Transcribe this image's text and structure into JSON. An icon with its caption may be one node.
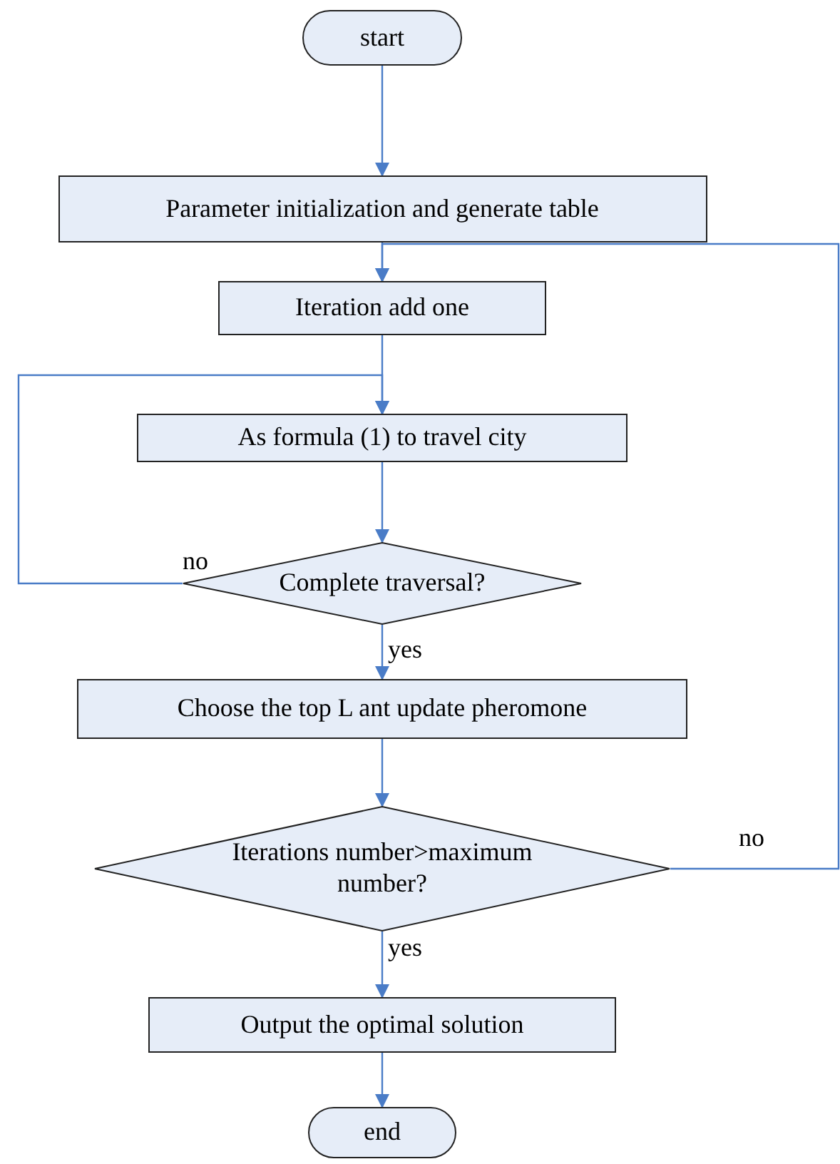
{
  "diagram": {
    "nodes": [
      {
        "text": [
          "start"
        ]
      },
      {
        "text": [
          "Parameter initialization and generate table"
        ]
      },
      {
        "text": [
          "Iteration add one"
        ]
      },
      {
        "text": [
          "As formula (1) to travel city"
        ]
      },
      {
        "text": [
          "Complete traversal?"
        ]
      },
      {
        "text": [
          "Choose the top L ant update pheromone"
        ]
      },
      {
        "text": [
          "Iterations number>maximum number?"
        ]
      },
      {
        "text": [
          "Output the optimal solution"
        ]
      },
      {
        "text": [
          "end"
        ]
      }
    ],
    "edges": [
      {
        "from": 0,
        "to": 1,
        "arrow": "to"
      },
      {
        "from": 1,
        "to": 2,
        "arrow": "to"
      },
      {
        "from": 2,
        "to": 3,
        "arrow": "to"
      },
      {
        "from": 3,
        "to": 4,
        "arrow": "to"
      },
      {
        "from": 4,
        "to": 3,
        "arrow": "to",
        "label": "no"
      },
      {
        "from": 4,
        "to": 5,
        "arrow": "to",
        "label": "yes"
      },
      {
        "from": 5,
        "to": 6,
        "arrow": "to"
      },
      {
        "from": 6,
        "to": 2,
        "arrow": "to",
        "label": "no"
      },
      {
        "from": 6,
        "to": 7,
        "arrow": "to",
        "label": "yes"
      },
      {
        "from": 7,
        "to": 8,
        "arrow": "to"
      }
    ]
  }
}
